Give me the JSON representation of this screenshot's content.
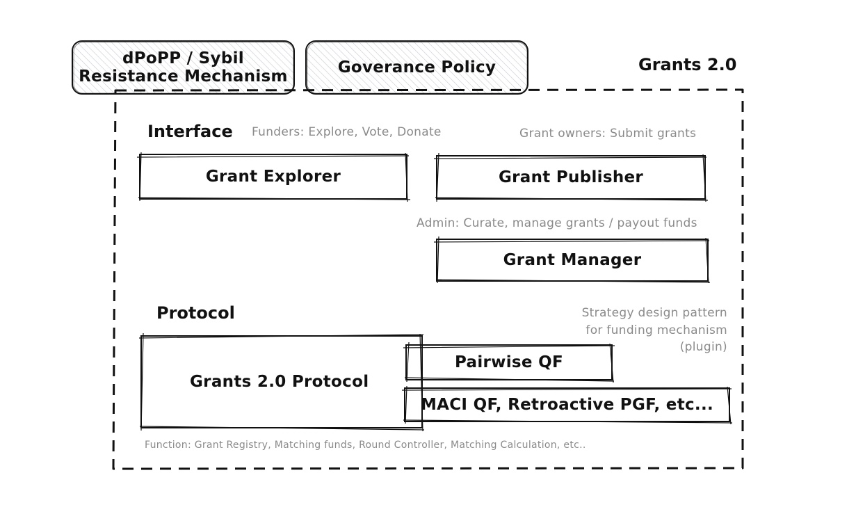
{
  "top_boxes": {
    "sybil_line1": "dPoPP / Sybil",
    "sybil_line2": "Resistance Mechanism",
    "governance": "Goverance Policy"
  },
  "container_title": "Grants 2.0",
  "interface": {
    "heading": "Interface",
    "funders_note": "Funders: Explore, Vote, Donate",
    "owners_note": "Grant owners: Submit grants",
    "explorer": "Grant Explorer",
    "publisher": "Grant Publisher",
    "admin_note": "Admin: Curate, manage grants / payout funds",
    "manager": "Grant Manager"
  },
  "protocol": {
    "heading": "Protocol",
    "strategy_line1": "Strategy design pattern",
    "strategy_line2": "for funding mechanism",
    "strategy_line3": "(plugin)",
    "core": "Grants 2.0 Protocol",
    "pairwise": "Pairwise QF",
    "maci": "MACI QF, Retroactive PGF, etc...",
    "function_note": "Function: Grant Registry, Matching funds, Round Controller, Matching Calculation, etc.."
  },
  "colors": {
    "ink": "#111111",
    "annotation": "#8a8a8a",
    "hatch": "#c9ced4"
  }
}
